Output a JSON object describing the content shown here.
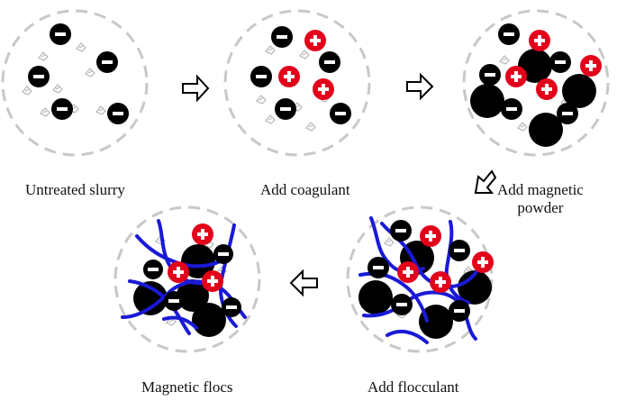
{
  "stages": [
    {
      "id": "untreated",
      "label_lines": [
        "Untreated slurry"
      ]
    },
    {
      "id": "coagulant",
      "label_lines": [
        "Add coagulant"
      ]
    },
    {
      "id": "magnetic",
      "label_lines": [
        "Add magnetic",
        "powder"
      ]
    },
    {
      "id": "flocculant",
      "label_lines": [
        "Add flocculant"
      ]
    },
    {
      "id": "flocs",
      "label_lines": [
        "Magnetic flocs"
      ]
    }
  ],
  "symbols": {
    "negative": "−",
    "positive": "+"
  },
  "colors": {
    "negative_particle": "#000000",
    "positive_particle": "#e3001b",
    "magnetic_powder": "#000000",
    "flocculant_chain": "#1a1ad6",
    "boundary": "#c8c8c8",
    "arrow": "#000000"
  },
  "icons": [
    "hollow-right-arrow-icon",
    "hollow-down-left-arrow-icon",
    "hollow-left-arrow-icon"
  ]
}
